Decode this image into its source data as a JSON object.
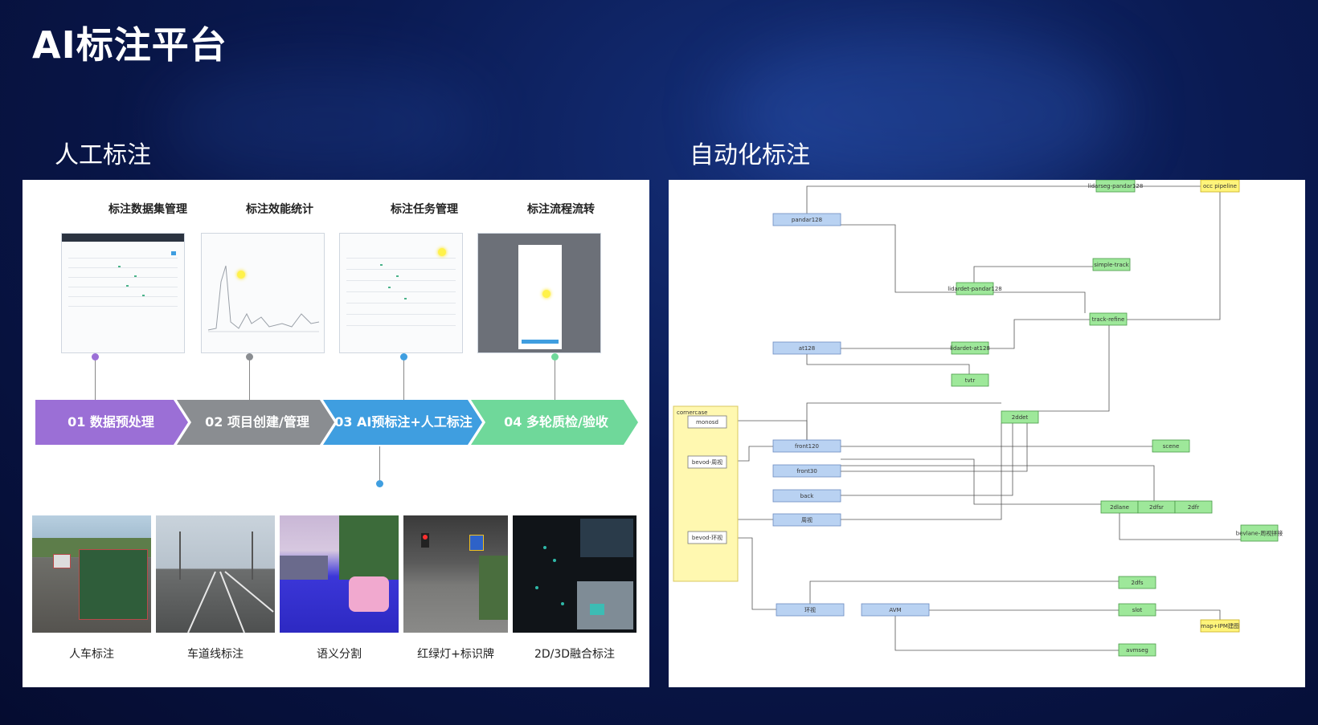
{
  "header": {
    "title": "AI标注平台"
  },
  "left_section": {
    "title": "人工标注",
    "screens": [
      {
        "title": "标注数据集管理"
      },
      {
        "title": "标注效能统计"
      },
      {
        "title": "标注任务管理"
      },
      {
        "title": "标注流程流转"
      }
    ],
    "steps": [
      {
        "label": "01 数据预处理",
        "color": "#9b6fd6"
      },
      {
        "label": "02 项目创建/管理",
        "color": "#8a8d91"
      },
      {
        "label": "03 AI预标注+人工标注",
        "color": "#3f9ee0"
      },
      {
        "label": "04 多轮质检/验收",
        "color": "#6fd89a"
      }
    ],
    "samples": [
      {
        "caption": "人车标注"
      },
      {
        "caption": "车道线标注"
      },
      {
        "caption": "语义分割"
      },
      {
        "caption": "红绿灯+标识牌"
      },
      {
        "caption": "2D/3D融合标注"
      }
    ]
  },
  "right_section": {
    "title": "自动化标注",
    "group_label": "cornercase",
    "nodes": [
      {
        "id": "pandar128",
        "label": "pandar128",
        "kind": "blue"
      },
      {
        "id": "at128",
        "label": "at128",
        "kind": "blue"
      },
      {
        "id": "front120",
        "label": "front120",
        "kind": "blue"
      },
      {
        "id": "front30",
        "label": "front30",
        "kind": "blue"
      },
      {
        "id": "back",
        "label": "back",
        "kind": "blue"
      },
      {
        "id": "surround",
        "label": "周视",
        "kind": "blue"
      },
      {
        "id": "ring",
        "label": "环视",
        "kind": "blue"
      },
      {
        "id": "avm",
        "label": "AVM",
        "kind": "blue"
      },
      {
        "id": "lidarseg",
        "label": "lidarseg-pandar128",
        "kind": "green"
      },
      {
        "id": "occ",
        "label": "occ pipeline",
        "kind": "yellow"
      },
      {
        "id": "simple_track",
        "label": "simple-track",
        "kind": "green"
      },
      {
        "id": "lidardet_pandar",
        "label": "lidardet-pandar128",
        "kind": "green"
      },
      {
        "id": "track_refine",
        "label": "track-refine",
        "kind": "green"
      },
      {
        "id": "lidardet_at",
        "label": "lidardet-at128",
        "kind": "green"
      },
      {
        "id": "tvtr",
        "label": "tvtr",
        "kind": "green"
      },
      {
        "id": "2ddet",
        "label": "2ddet",
        "kind": "green"
      },
      {
        "id": "scene",
        "label": "scene",
        "kind": "green"
      },
      {
        "id": "2dlane",
        "label": "2dlane",
        "kind": "green"
      },
      {
        "id": "2dfsr",
        "label": "2dfsr",
        "kind": "green"
      },
      {
        "id": "2dfr",
        "label": "2dfr",
        "kind": "green"
      },
      {
        "id": "bevlane",
        "label": "bevlane-周视拼接",
        "kind": "green"
      },
      {
        "id": "mono",
        "label": "monosd",
        "kind": "white"
      },
      {
        "id": "bevod_surround",
        "label": "bevod-周视",
        "kind": "white"
      },
      {
        "id": "bevod_ring",
        "label": "bevod-环视",
        "kind": "white"
      },
      {
        "id": "2dfs",
        "label": "2dfs",
        "kind": "green"
      },
      {
        "id": "slot",
        "label": "slot",
        "kind": "green"
      },
      {
        "id": "map_ipm",
        "label": "map+IPM建图",
        "kind": "yellow"
      },
      {
        "id": "avmseg",
        "label": "avmseg",
        "kind": "green"
      }
    ]
  }
}
